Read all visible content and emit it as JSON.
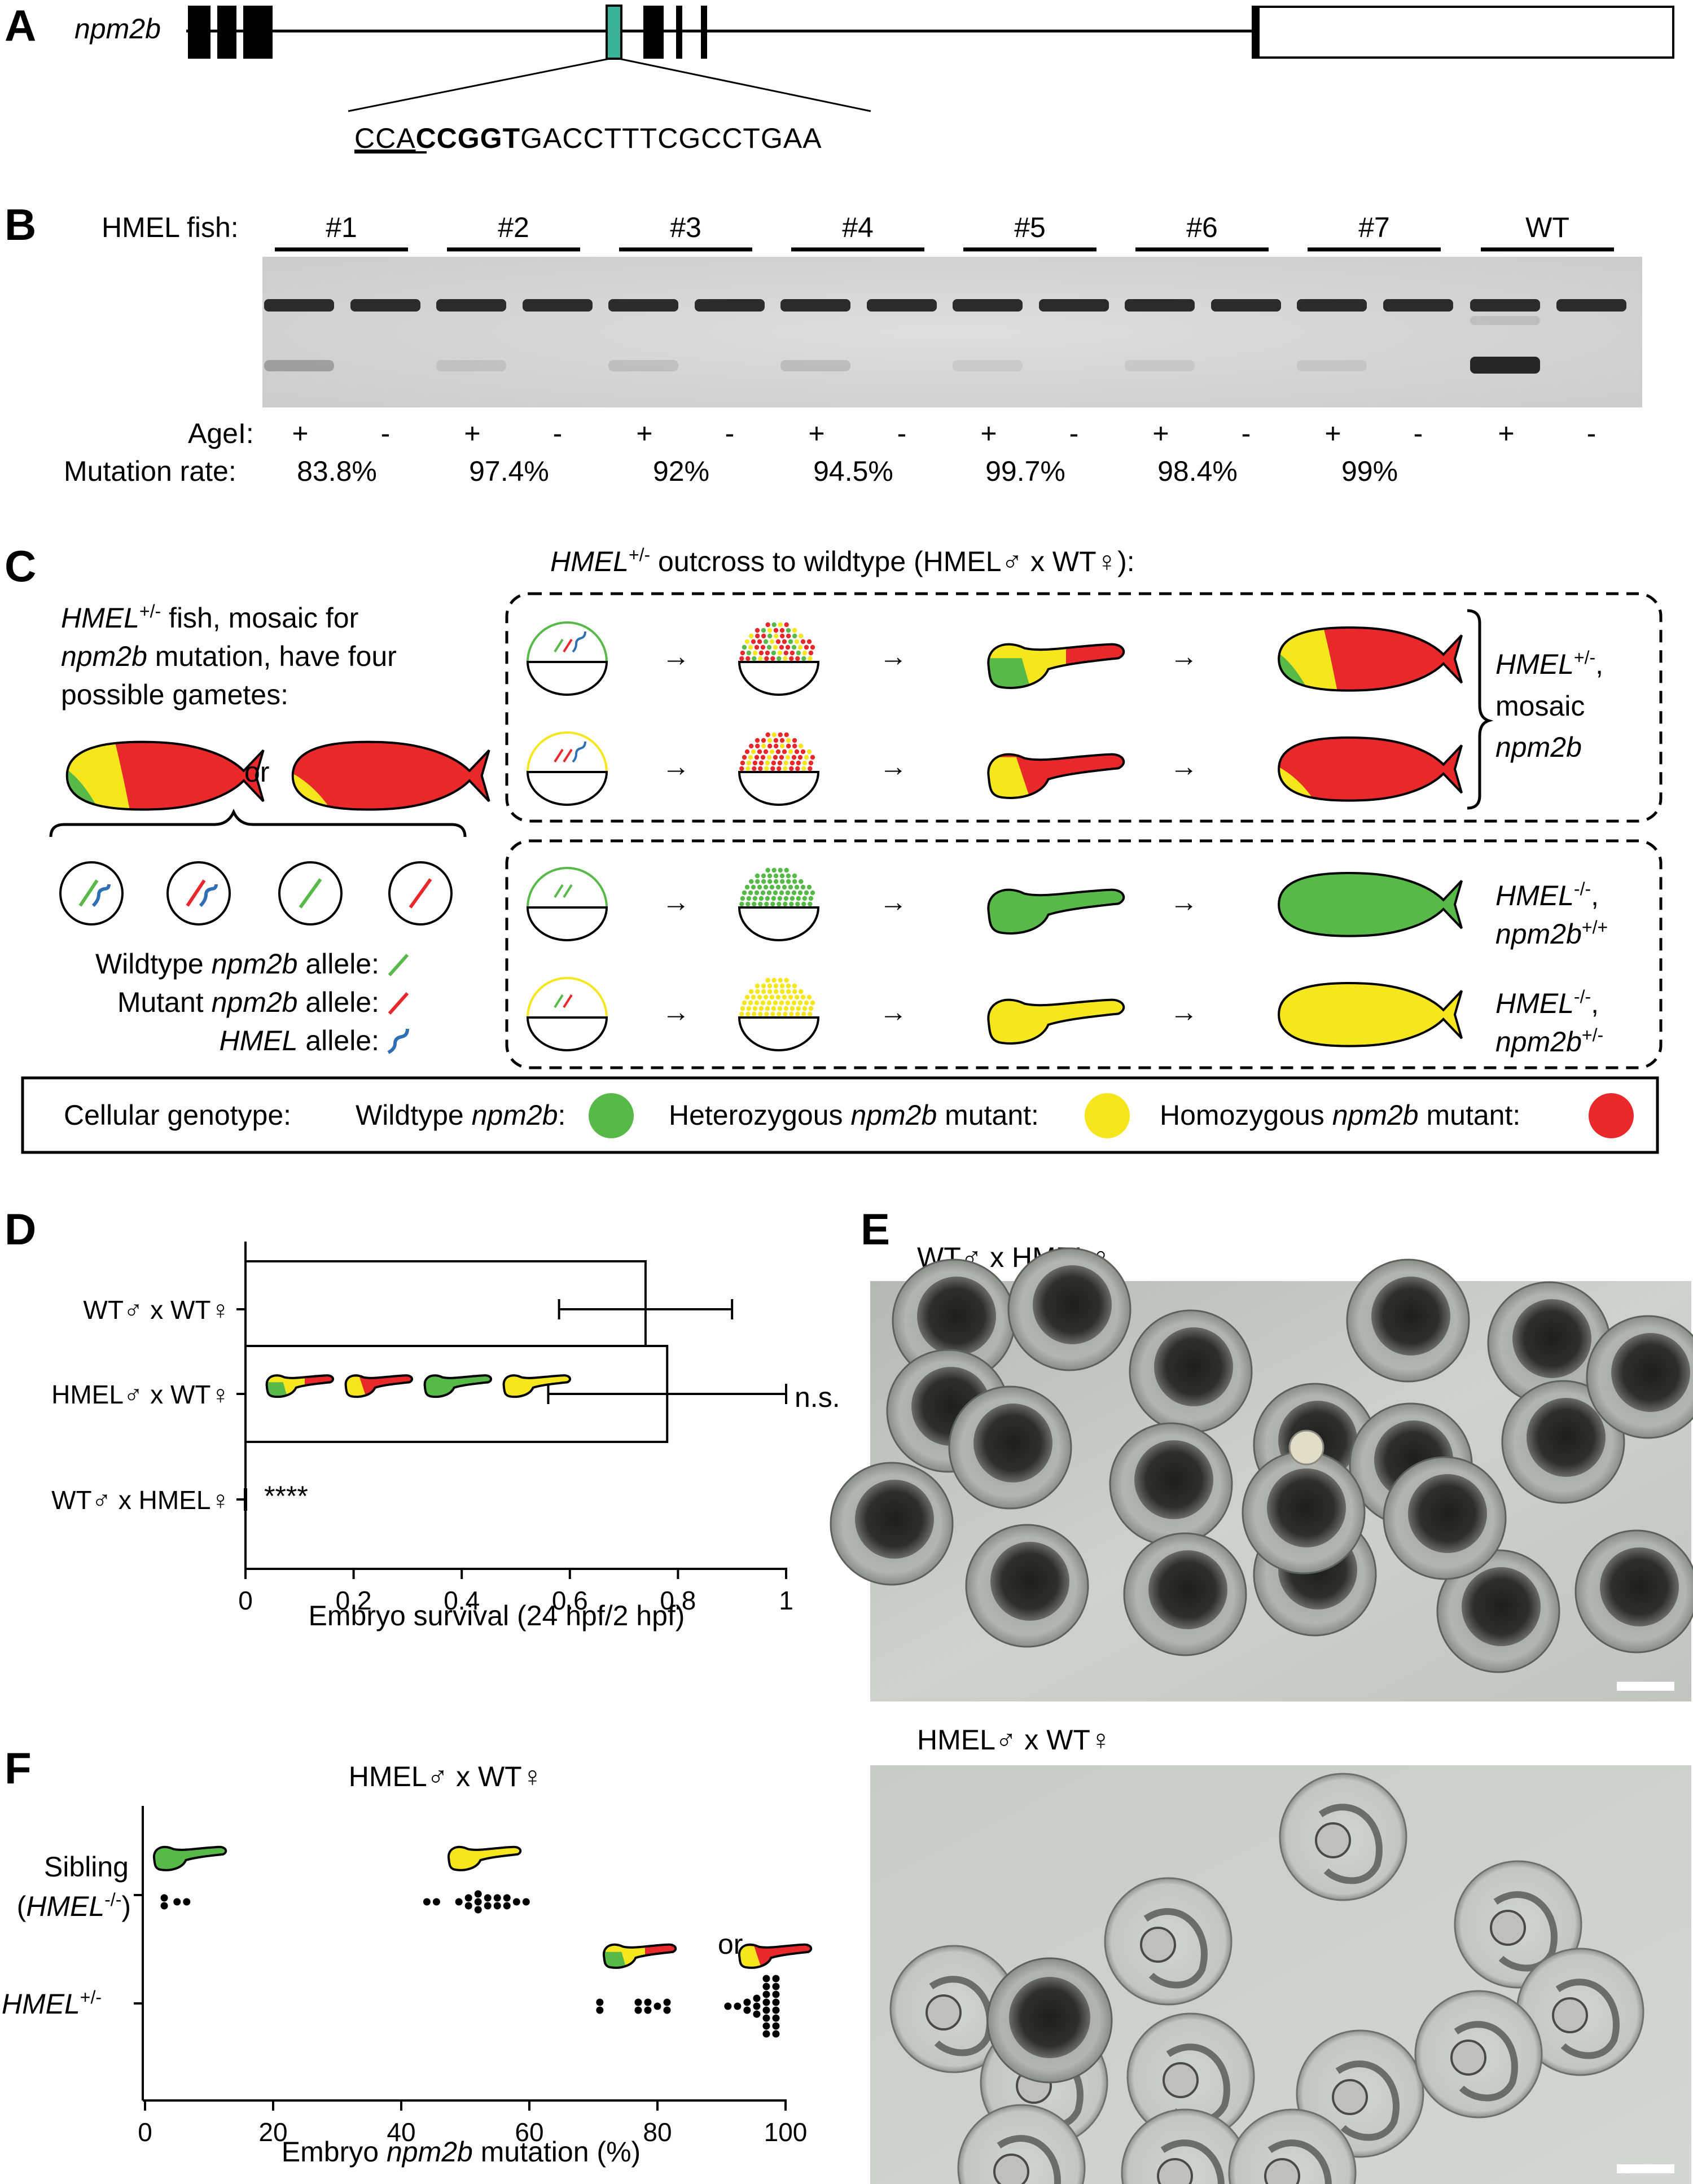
{
  "panels": [
    "A",
    "B",
    "C",
    "D",
    "E",
    "F"
  ],
  "colors": {
    "wildtype": "#57b947",
    "heterozygous": "#f5e61e",
    "homozygous": "#e8282b",
    "hmel": "#2f6fb5",
    "exon_highlight": "#3bb39a"
  },
  "panel_a": {
    "gene": "npm2b",
    "seq_underlined": "CCA",
    "seq_bold": "CCGGT",
    "seq_rest": "GACCTTTCGCCTGAA"
  },
  "panel_b": {
    "fish_label": "HMEL fish:",
    "fish": [
      "#1",
      "#2",
      "#3",
      "#4",
      "#5",
      "#6",
      "#7",
      "WT"
    ],
    "digest_label": "AgeI:",
    "plus": "+",
    "minus": "-",
    "rate_label": "Mutation rate:",
    "rates": [
      "83.8%",
      "97.4%",
      "92%",
      "94.5%",
      "99.7%",
      "98.4%",
      "99%"
    ]
  },
  "panel_c": {
    "left_l1_i": "HMEL",
    "left_l1_sup": "+/-",
    "left_l1_rest": " fish, mosaic for",
    "left_l2_i": "npm2b",
    "left_l2_rest": " mutation, have four",
    "left_l3": "possible gametes:",
    "or": "or",
    "legend_wt_a": "Wildtype ",
    "legend_wt_i": "npm2b",
    "legend_wt_b": " allele:",
    "legend_mut_a": "Mutant ",
    "legend_mut_i": "npm2b",
    "legend_mut_b": " allele:",
    "legend_hmel_i": "HMEL",
    "legend_hmel_b": " allele:",
    "title_i": "HMEL",
    "title_sup": "+/-",
    "title_rest": " outcross to wildtype (HMEL♂ x WT♀):",
    "arrow": "→",
    "top_label_i": "HMEL",
    "top_label_sup": "+/-",
    "top_label_comma": ",",
    "top_label_2": "mosaic",
    "top_label_3i": "npm2b",
    "row3_i": "HMEL",
    "row3_sup": "-/-",
    "row3_comma": ",",
    "row3_2i": "npm2b",
    "row3_2sup": "+/+",
    "row4_i": "HMEL",
    "row4_sup": "-/-",
    "row4_comma": ",",
    "row4_2i": "npm2b",
    "row4_2sup": "+/-",
    "geno_title": "Cellular genotype:",
    "geno_wt_a": "Wildtype ",
    "geno_wt_i": "npm2b",
    "geno_wt_b": ":",
    "geno_het_a": "Heterozygous ",
    "geno_het_i": "npm2b",
    "geno_het_b": " mutant:",
    "geno_hom_a": "Homozygous ",
    "geno_hom_i": "npm2b",
    "geno_hom_b": " mutant:"
  },
  "panel_d": {
    "xlabel": "Embryo survival (24 hpf/2 hpf)",
    "ns": "n.s.",
    "stars": "****"
  },
  "panel_e": {
    "top_title": "WT♂ x HMEL♀",
    "bottom_title": "HMEL♂ x WT♀"
  },
  "panel_f": {
    "title": "HMEL♂ x WT♀",
    "xlabel_a": "Embryo ",
    "xlabel_i": "npm2b",
    "xlabel_b": " mutation (%)",
    "row1_l1": "Sibling",
    "row1_l2_open": "(",
    "row1_l2_i": "HMEL",
    "row1_l2_sup": "-/-",
    "row1_l2_close": ")",
    "row2_i": "HMEL",
    "row2_sup": "+/-",
    "or": "or"
  },
  "chart_data": [
    {
      "type": "bar",
      "orientation": "horizontal",
      "categories": [
        "WT♂ x WT♀",
        "HMEL♂ x WT♀",
        "WT♂ x HMEL♀"
      ],
      "values": [
        0.74,
        0.78,
        0.0
      ],
      "errors": [
        0.16,
        0.22,
        0.0
      ],
      "xlim": [
        0,
        1
      ],
      "xticks": [
        "0",
        "0.2",
        "0.4",
        "0.6",
        "0.8",
        "1"
      ],
      "xlabel": "Embryo survival (24 hpf/2 hpf)"
    },
    {
      "type": "scatter",
      "title": "HMEL♂ x WT♀",
      "xlim": [
        0,
        100
      ],
      "xticks": [
        "0",
        "20",
        "40",
        "60",
        "80",
        "100"
      ],
      "xlabel": "Embryo npm2b mutation (%)",
      "series": [
        {
          "name": "Sibling (HMEL-/-)",
          "values": [
            3,
            3,
            5,
            6.5,
            44,
            45.5,
            49,
            50.5,
            50.5,
            52,
            52,
            52,
            53.5,
            53.5,
            55,
            55,
            56.5,
            56.5,
            58,
            59.5
          ]
        },
        {
          "name": "HMEL+/-",
          "values": [
            71,
            71,
            77,
            77,
            78.5,
            78.5,
            80,
            81.5,
            81.5,
            91,
            92.5,
            94,
            94,
            95.5,
            95.5,
            95.5,
            97,
            97,
            97,
            97,
            97,
            97,
            97,
            97,
            98.5,
            98.5,
            98.5,
            98.5,
            98.5,
            98.5,
            98.5,
            98.5
          ]
        }
      ]
    }
  ]
}
